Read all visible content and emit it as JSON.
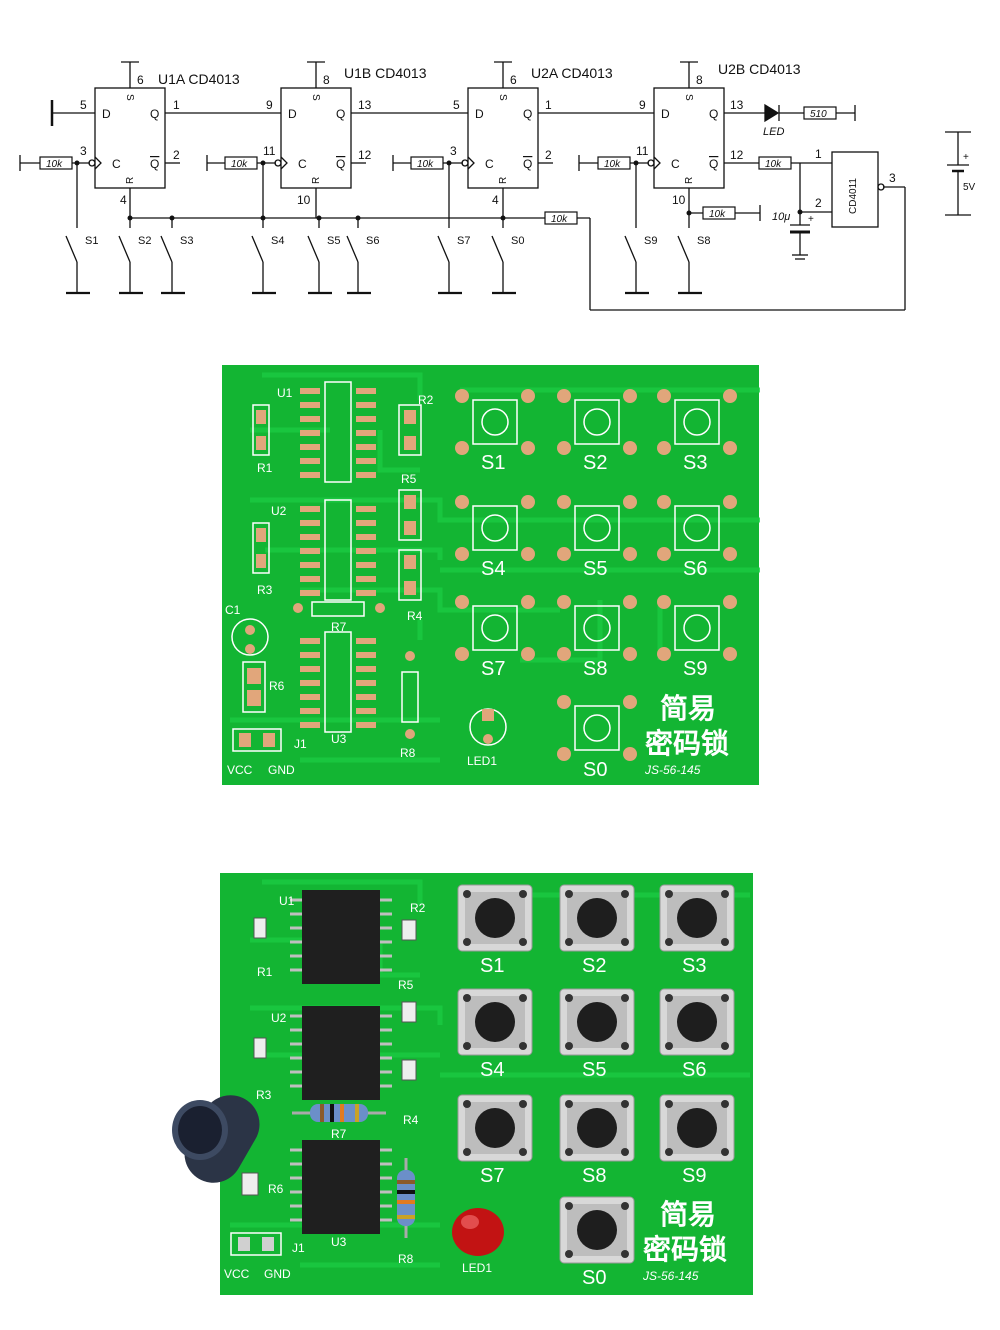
{
  "schematic": {
    "chips": [
      {
        "label": "U1A CD4013",
        "s_pin": "6",
        "d_pin": "5",
        "c_pin": "3",
        "q_pin": "1",
        "qn_pin": "2",
        "r_pin": "4"
      },
      {
        "label": "U1B CD4013",
        "s_pin": "8",
        "d_pin": "9",
        "c_pin": "11",
        "q_pin": "13",
        "qn_pin": "12",
        "r_pin": "10"
      },
      {
        "label": "U2A CD4013",
        "s_pin": "6",
        "d_pin": "5",
        "c_pin": "3",
        "q_pin": "1",
        "qn_pin": "2",
        "r_pin": "4"
      },
      {
        "label": "U2B CD4013",
        "s_pin": "8",
        "d_pin": "9",
        "c_pin": "11",
        "q_pin": "13",
        "qn_pin": "12",
        "r_pin": "10"
      }
    ],
    "pin_letters": {
      "d": "D",
      "c": "C",
      "q": "Q",
      "qbar": "Q",
      "s": "S",
      "r": "R"
    },
    "resistor_label": "10k",
    "led_resistor": "510",
    "led_label": "LED",
    "gate_label": "CD4011",
    "gate_pins": {
      "in1": "1",
      "in2": "2",
      "out": "3"
    },
    "cap_label": "10μ",
    "cap_plus": "+",
    "supply_label": "5V",
    "supply_plus": "+",
    "switches": [
      "S1",
      "S2",
      "S3",
      "S4",
      "S5",
      "S6",
      "S7",
      "S0",
      "S9",
      "S8"
    ]
  },
  "board": {
    "refs": {
      "u1": "U1",
      "u2": "U2",
      "u3": "U3",
      "r1": "R1",
      "r2": "R2",
      "r3": "R3",
      "r4": "R4",
      "r5": "R5",
      "r6": "R6",
      "r7": "R7",
      "r8": "R8",
      "c1": "C1",
      "j1": "J1",
      "led": "LED1",
      "vcc": "VCC",
      "gnd": "GND"
    },
    "keys": [
      "S1",
      "S2",
      "S3",
      "S4",
      "S5",
      "S6",
      "S7",
      "S8",
      "S9",
      "S0"
    ],
    "title_line1": "简易",
    "title_line2": "密码锁",
    "model": "JS-56-145",
    "colors": {
      "pcb": "#12b432",
      "pcb_dark": "#0c9a2a",
      "trace": "#17c43c",
      "pad": "#d9a27a",
      "silk": "#ffffff"
    }
  }
}
